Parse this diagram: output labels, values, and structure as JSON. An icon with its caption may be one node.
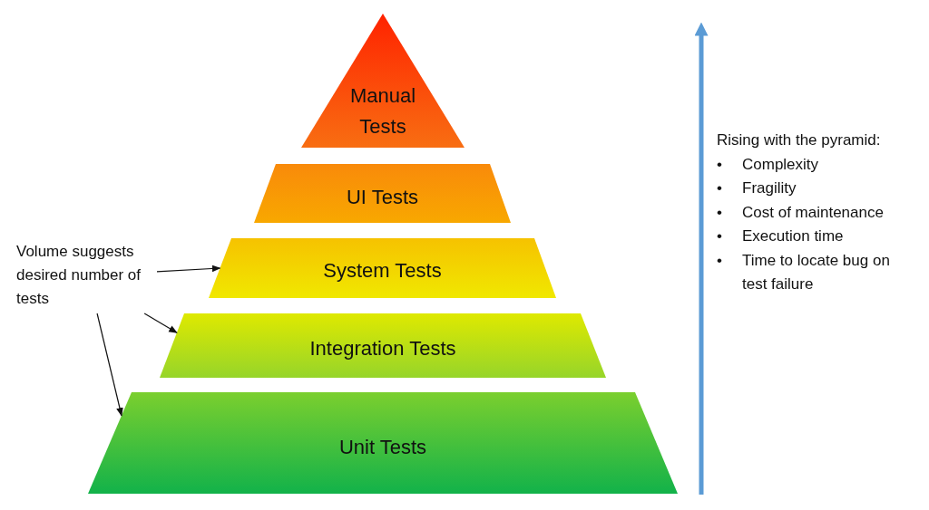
{
  "diagram": {
    "nodes": [
      {
        "text": [
          "Manual Tests"
        ]
      },
      {
        "text": [
          "UI Tests"
        ]
      },
      {
        "text": [
          "System Tests"
        ]
      },
      {
        "text": [
          "Integration Tests"
        ]
      },
      {
        "text": [
          "Unit Tests"
        ]
      },
      {
        "text": [
          "Volume suggests desired number of tests"
        ]
      }
    ],
    "edges": [
      {
        "from": 5,
        "to": 2,
        "arrow": "to"
      },
      {
        "from": 5,
        "to": 3,
        "arrow": "to"
      },
      {
        "from": 5,
        "to": 4,
        "arrow": "to"
      }
    ],
    "labels": [
      "Rising with the pyramid:",
      "•",
      "Complexity",
      "•",
      "Fragility",
      "•",
      "Cost of maintenance",
      "•",
      "Execution time",
      "•",
      "Time to locate bug on test failure"
    ]
  }
}
